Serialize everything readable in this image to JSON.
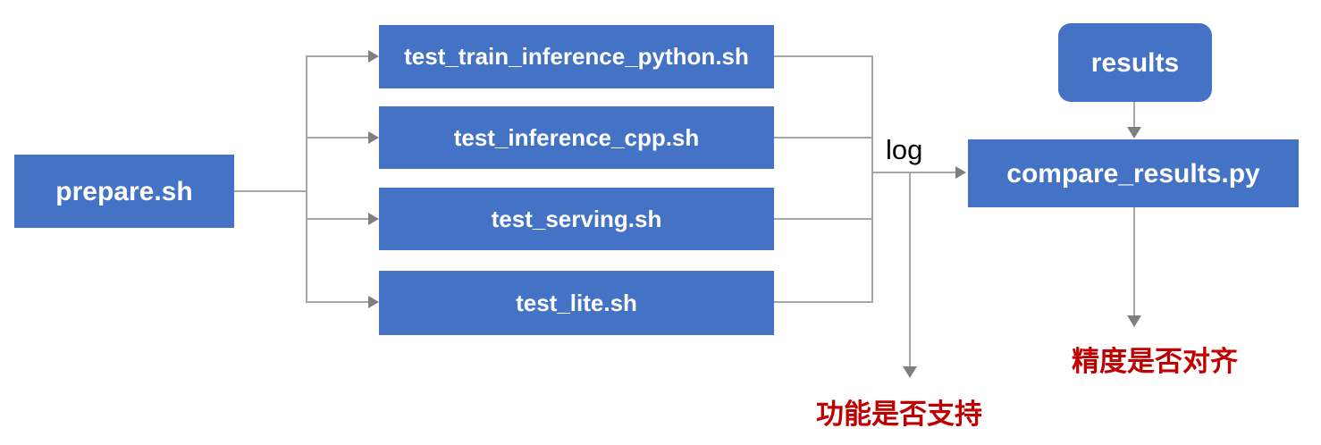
{
  "diagram": {
    "title": "Test pipeline flowchart",
    "colors": {
      "node_fill": "#4472C4",
      "node_text": "#FFFFFF",
      "connector": "#A6A6A6",
      "arrowhead": "#7F7F7F",
      "note_red": "#C00000",
      "background": "#FFFFFF"
    }
  },
  "nodes": {
    "prepare": {
      "label": "prepare.sh",
      "shape": "rect"
    },
    "train_inference_python": {
      "label": "test_train_inference_python.sh",
      "shape": "rect"
    },
    "inference_cpp": {
      "label": "test_inference_cpp.sh",
      "shape": "rect"
    },
    "serving": {
      "label": "test_serving.sh",
      "shape": "rect"
    },
    "lite": {
      "label": "test_lite.sh",
      "shape": "rect"
    },
    "results": {
      "label": "results",
      "shape": "rounded-rect"
    },
    "compare_results": {
      "label": "compare_results.py",
      "shape": "rect"
    }
  },
  "edges": {
    "log_label": "log"
  },
  "notes": {
    "function_supported": "功能是否支持",
    "precision_aligned": "精度是否对齐"
  }
}
